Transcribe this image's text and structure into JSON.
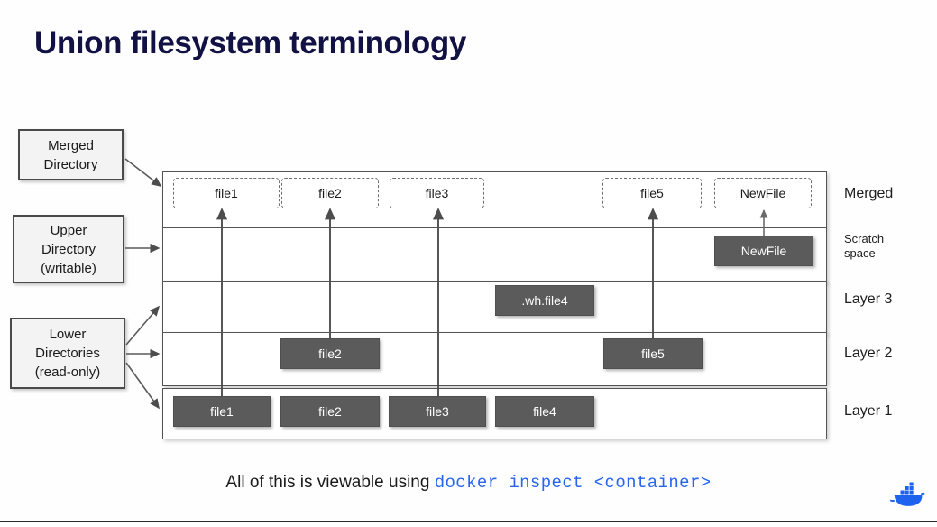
{
  "slide": {
    "title": "Union filesystem terminology",
    "title_color": "#111144",
    "background_color": "#fefefe"
  },
  "side_labels": [
    {
      "id": "merged",
      "text": "Merged\nDirectory"
    },
    {
      "id": "upper",
      "text": "Upper\nDirectory\n(writable)"
    },
    {
      "id": "lower",
      "text": "Lower\nDirectories\n(read-only)"
    }
  ],
  "side_labels_lines": {
    "merged": {
      "l1": "Merged",
      "l2": "Directory"
    },
    "upper": {
      "l1": "Upper",
      "l2": "Directory",
      "l3": "(writable)"
    },
    "lower": {
      "l1": "Lower",
      "l2": "Directories",
      "l3": "(read-only)"
    }
  },
  "rows": [
    {
      "id": "merged",
      "right_label": "Merged",
      "chips": [
        {
          "text": "file1",
          "style": "dashed"
        },
        {
          "text": "file2",
          "style": "dashed"
        },
        {
          "text": "file3",
          "style": "dashed"
        },
        {
          "text": "file5",
          "style": "dashed"
        },
        {
          "text": "NewFile",
          "style": "dashed"
        }
      ]
    },
    {
      "id": "upper",
      "right_label_line1": "Scratch",
      "right_label_line2": "space",
      "chips": [
        {
          "text": "NewFile",
          "style": "solid"
        }
      ]
    },
    {
      "id": "layer3",
      "right_label": "Layer 3",
      "chips": [
        {
          "text": ".wh.file4",
          "style": "solid"
        }
      ]
    },
    {
      "id": "layer2",
      "right_label": "Layer 2",
      "chips": [
        {
          "text": "file2",
          "style": "solid"
        },
        {
          "text": "file5",
          "style": "solid"
        }
      ]
    },
    {
      "id": "layer1",
      "right_label": "Layer 1",
      "chips": [
        {
          "text": "file1",
          "style": "solid"
        },
        {
          "text": "file2",
          "style": "solid"
        },
        {
          "text": "file3",
          "style": "solid"
        },
        {
          "text": "file4",
          "style": "solid"
        }
      ]
    }
  ],
  "caption": {
    "prefix": "All of this is viewable using ",
    "command": "docker inspect <container>",
    "command_color": "#2765ef"
  },
  "logo": {
    "name": "docker-whale-logo",
    "color": "#1d63ed"
  },
  "chip_colors": {
    "solid_fill": "#5b5b5b",
    "solid_text": "#ffffff",
    "dashed_border": "#6f6f6f"
  }
}
